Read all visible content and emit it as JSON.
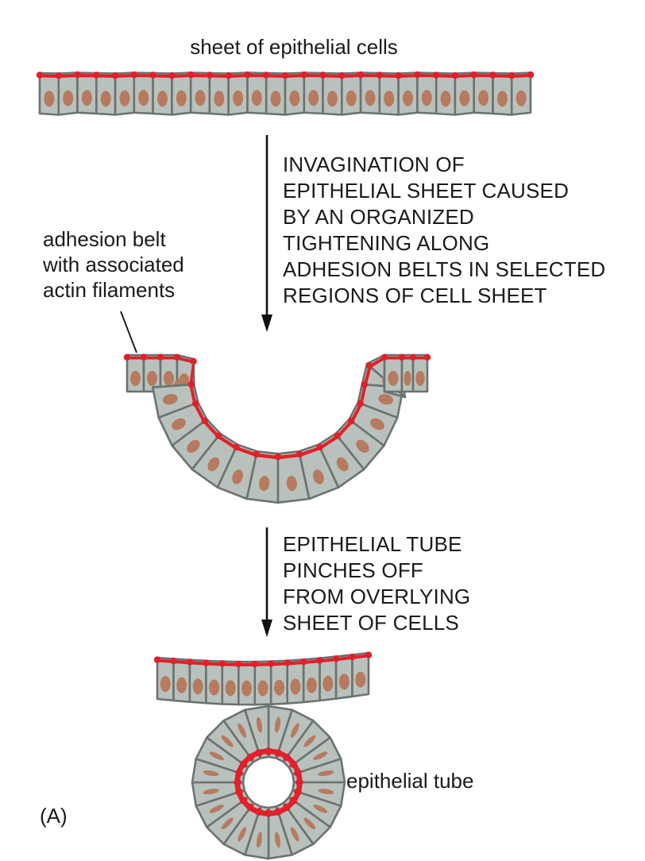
{
  "labels": {
    "top_sheet": "sheet of epithelial cells",
    "adhesion_belt": [
      "adhesion belt",
      "with associated",
      "actin filaments"
    ],
    "step1": [
      "INVAGINATION OF",
      "EPITHELIAL SHEET CAUSED",
      "BY AN ORGANIZED",
      "TIGHTENING ALONG",
      "ADHESION BELTS IN SELECTED",
      "REGIONS OF CELL SHEET"
    ],
    "step2": [
      "EPITHELIAL TUBE",
      "PINCHES OFF",
      "FROM OVERLYING",
      "SHEET OF CELLS"
    ],
    "tube": "epithelial tube",
    "panel": "(A)"
  },
  "colors": {
    "cell_fill": "#b9c1bc",
    "cell_stroke": "#6b7370",
    "nucleus": "#b67a5e",
    "adhesion_belt": "#e0202a",
    "text": "#1a1a1a"
  }
}
